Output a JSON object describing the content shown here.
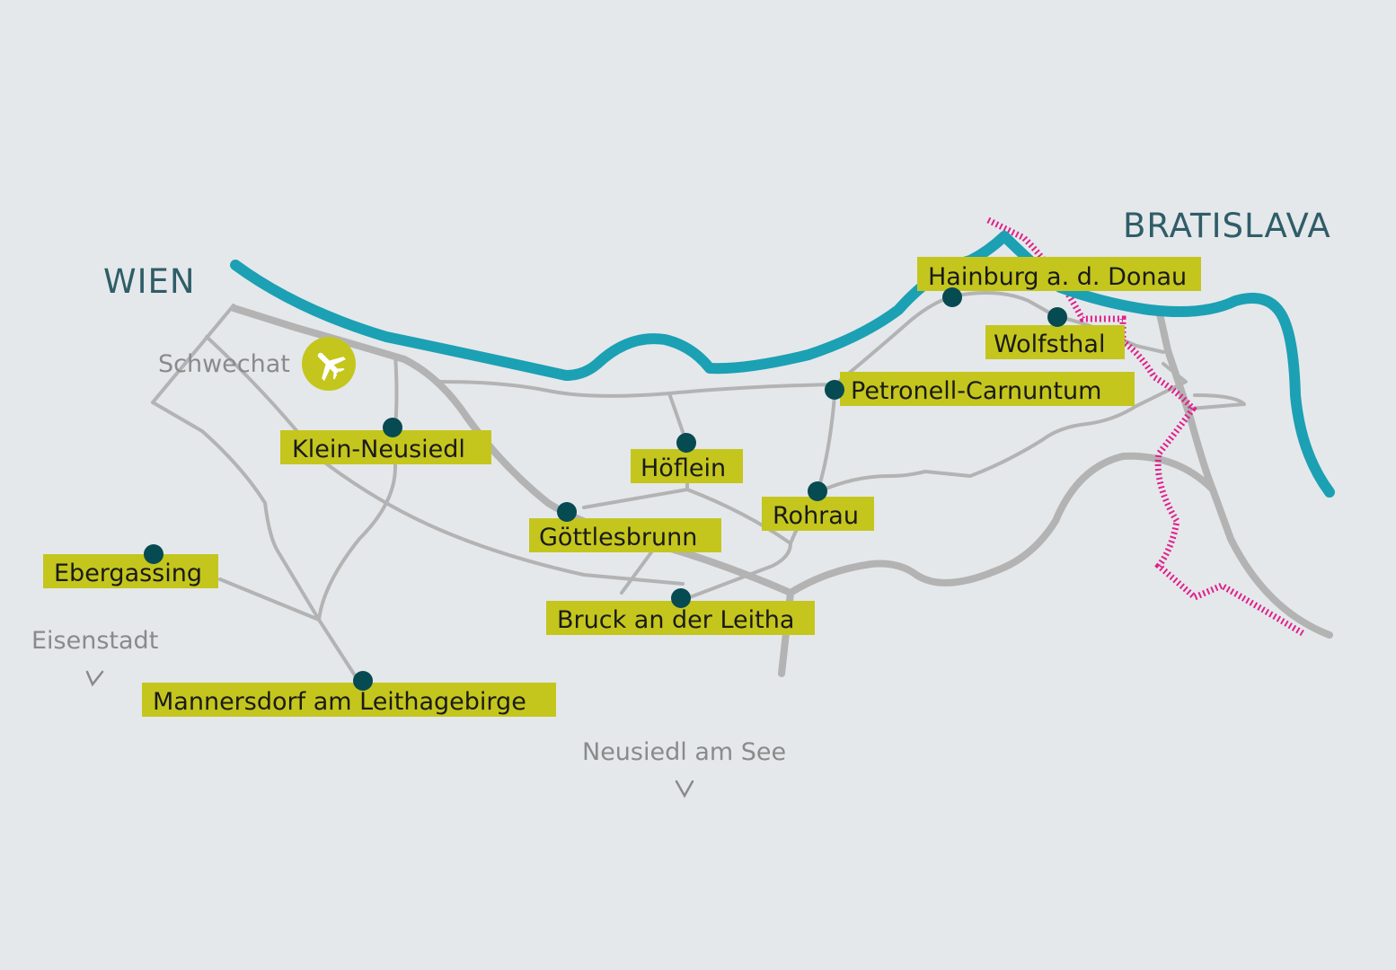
{
  "colors": {
    "background": "#e4e8eb",
    "river": "#1ca0b4",
    "road": "#b3b3b3",
    "border": "#e0218a",
    "label_highlight": "#c4c61d",
    "town_dot": "#064a52",
    "city_text": "#2f5d68",
    "gray_text": "#8a8a8a",
    "town_text": "#1a1a1a"
  },
  "cities": {
    "wien": "WIEN",
    "bratislava": "BRATISLAVA"
  },
  "places": {
    "schwechat": "Schwechat",
    "eisenstadt": "Eisenstadt",
    "neusiedl_am_see": "Neusiedl am See"
  },
  "direction_arrow": "V",
  "airport_icon": "airplane-icon",
  "towns": [
    {
      "id": "hainburg",
      "name": "Hainburg a. d. Donau"
    },
    {
      "id": "wolfsthal",
      "name": "Wolfsthal"
    },
    {
      "id": "petronell",
      "name": "Petronell-Carnuntum"
    },
    {
      "id": "klein-neusiedl",
      "name": "Klein-Neusiedl"
    },
    {
      "id": "hoeflein",
      "name": "Höflein"
    },
    {
      "id": "rohrau",
      "name": "Rohrau"
    },
    {
      "id": "goettlesbrunn",
      "name": "Göttlesbrunn"
    },
    {
      "id": "ebergassing",
      "name": "Ebergassing"
    },
    {
      "id": "bruck",
      "name": "Bruck an der Leitha"
    },
    {
      "id": "mannersdorf",
      "name": "Mannersdorf am Leithagebirge"
    }
  ]
}
